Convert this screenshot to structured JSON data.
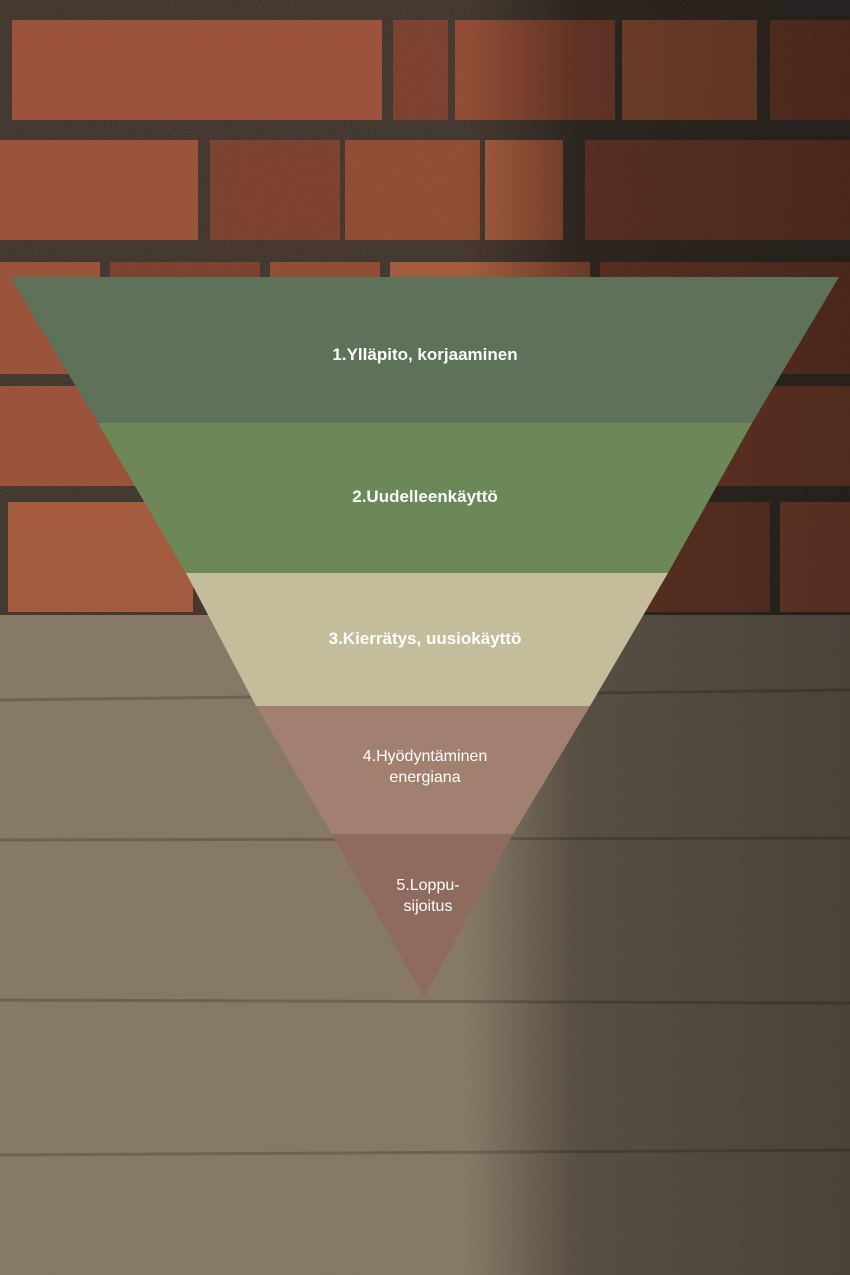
{
  "background": {
    "brick_mortar": "#2f241d",
    "brick_color": "#a7472b",
    "brick_dark": "#7c311d",
    "concrete_color": "#8a7b66",
    "concrete_shadow": "#4e4336"
  },
  "pyramid": {
    "levels": [
      {
        "label": "1.Ylläpito, korjaaminen",
        "color": "#5d7259"
      },
      {
        "label": "2.Uudelleenkäyttö",
        "color": "#6c8859"
      },
      {
        "label": "3.Kierrätys, uusiokäyttö",
        "color": "#c4bd9b"
      },
      {
        "label": "4.Hyödyntäminen\nenergiana",
        "color": "#a18070"
      },
      {
        "label": "5.Loppu-\nsijoitus",
        "color": "#8e6a5f"
      }
    ]
  }
}
